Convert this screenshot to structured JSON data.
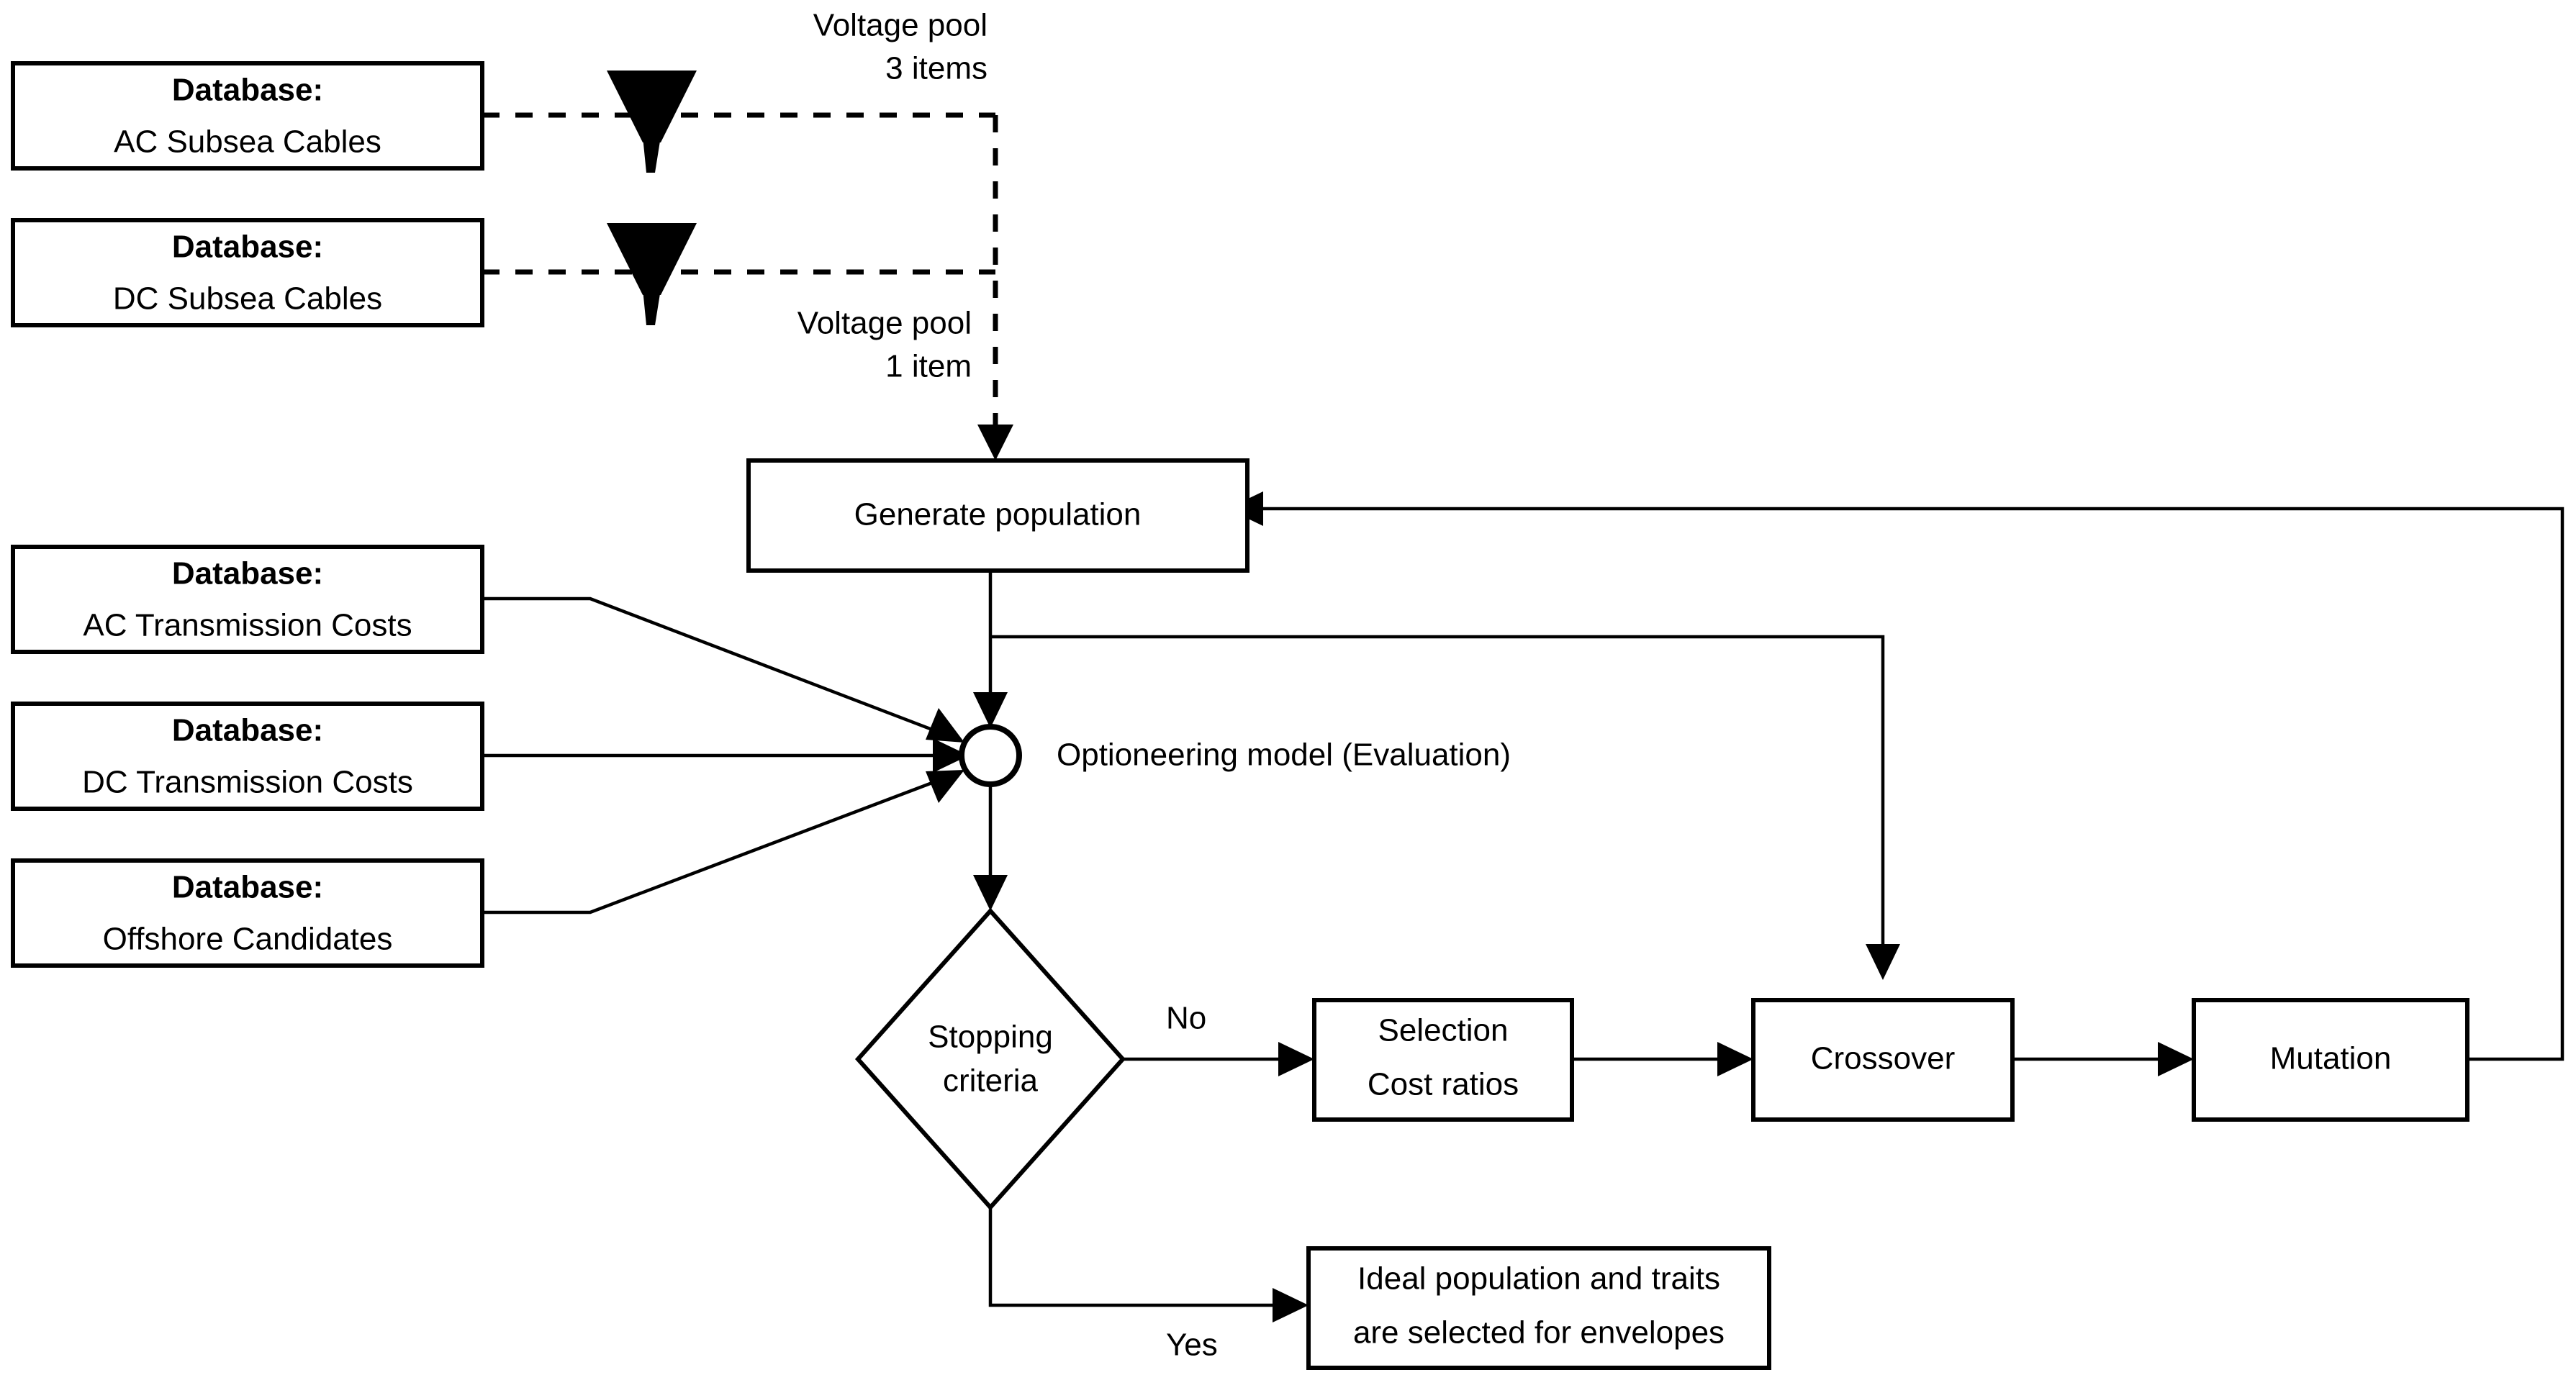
{
  "diagram": {
    "kind": "flowchart",
    "title_visible": false,
    "background_color": "#ffffff",
    "line_color": "#000000",
    "node_fill": "#ffffff"
  },
  "databases": {
    "header_label": "Database:",
    "items": [
      {
        "id": "ac-subsea-cables",
        "title": "Database:",
        "subtitle": "AC Subsea Cables"
      },
      {
        "id": "dc-subsea-cables",
        "title": "Database:",
        "subtitle": "DC Subsea Cables"
      },
      {
        "id": "ac-transmission-costs",
        "title": "Database:",
        "subtitle": "AC Transmission Costs"
      },
      {
        "id": "dc-transmission-costs",
        "title": "Database:",
        "subtitle": "DC Transmission Costs"
      },
      {
        "id": "offshore-candidates",
        "title": "Database:",
        "subtitle": "Offshore Candidates"
      }
    ]
  },
  "filters": [
    {
      "id": "filter-ac",
      "icon": "funnel-icon"
    },
    {
      "id": "filter-dc",
      "icon": "funnel-icon"
    }
  ],
  "edge_labels": {
    "voltage_pool_3": {
      "line1": "Voltage pool",
      "line2": "3 items"
    },
    "voltage_pool_1": {
      "line1": "Voltage pool",
      "line2": "1 item"
    },
    "no": "No",
    "yes": "Yes"
  },
  "process_nodes": {
    "generate_population": "Generate population",
    "optioneering_model": "Optioneering model (Evaluation)",
    "selection_line1": "Selection",
    "selection_line2": "Cost ratios",
    "crossover": "Crossover",
    "mutation": "Mutation",
    "ideal_line1": "Ideal population and traits",
    "ideal_line2": "are selected for envelopes"
  },
  "decision_node": {
    "line1": "Stopping",
    "line2": "criteria"
  }
}
